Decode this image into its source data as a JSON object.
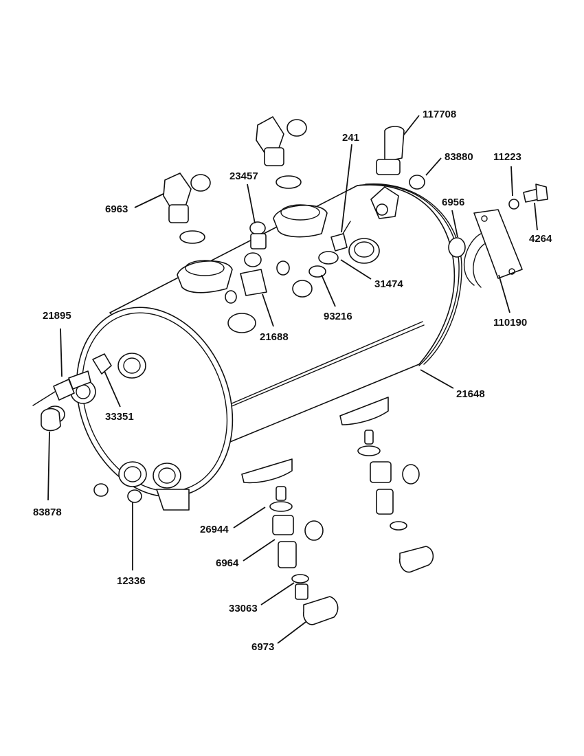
{
  "title": "",
  "part_labels": {
    "p117708": "117708",
    "p241": "241",
    "p83880": "83880",
    "p11223": "11223",
    "p23457": "23457",
    "p6963": "6963",
    "p6956": "6956",
    "p4264": "4264",
    "p31474": "31474",
    "p93216": "93216",
    "p21688": "21688",
    "p110190": "110190",
    "p21895": "21895",
    "p21648": "21648",
    "p33351": "33351",
    "p83878": "83878",
    "p26944": "26944",
    "p6964": "6964",
    "p12336": "12336",
    "p33063": "33063",
    "p6973": "6973"
  },
  "colors": {
    "line": "#111111",
    "fill": "#ffffff"
  }
}
